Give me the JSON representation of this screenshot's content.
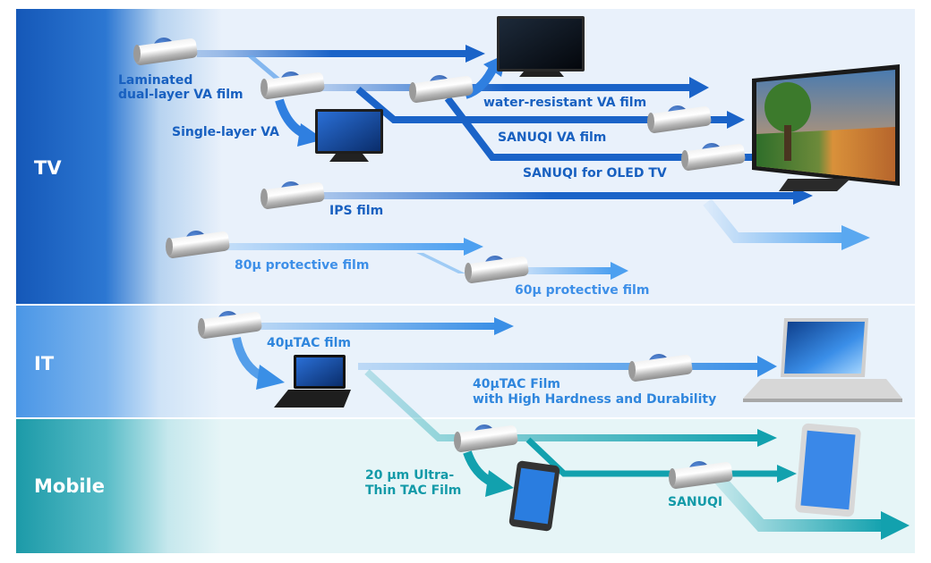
{
  "sections": [
    {
      "label": "TV",
      "color_start": "#1558b8",
      "color_end": "#e9f1fb"
    },
    {
      "label": "IT",
      "color_start": "#4a96e6",
      "color_end": "#e9f2fb"
    },
    {
      "label": "Mobile",
      "color_start": "#1c9aa8",
      "color_end": "#e6f5f7"
    }
  ],
  "films": {
    "laminated_va": "Laminated\ndual-layer VA film",
    "single_va": "Single-layer VA",
    "water_resistant_va": "water-resistant VA film",
    "sanuqi_va": "SANUQI VA film",
    "sanuqi_oled": "SANUQI for OLED TV",
    "ips": "IPS film",
    "protective_80": "80μ protective film",
    "protective_60": "60μ protective film",
    "tac_40": "40μTAC film",
    "tac_40_hard": "40μTAC Film\nwith High Hardness and Durability",
    "tac_20": "20 μm Ultra-\nThin TAC Film",
    "sanuqi_mobile": "SANUQI"
  },
  "colors": {
    "tv_arrow": "#1a63c8",
    "tv_light_arrow": "#4da0f0",
    "it_arrow": "#3a8fe6",
    "mobile_arrow": "#12a1ae",
    "tv_text": "#1860c0",
    "it_text": "#2f86dd",
    "mobile_text": "#139aa8"
  },
  "icons": [
    "film-roll-icon",
    "television-icon",
    "laptop-icon",
    "smartphone-icon",
    "tablet-icon"
  ]
}
